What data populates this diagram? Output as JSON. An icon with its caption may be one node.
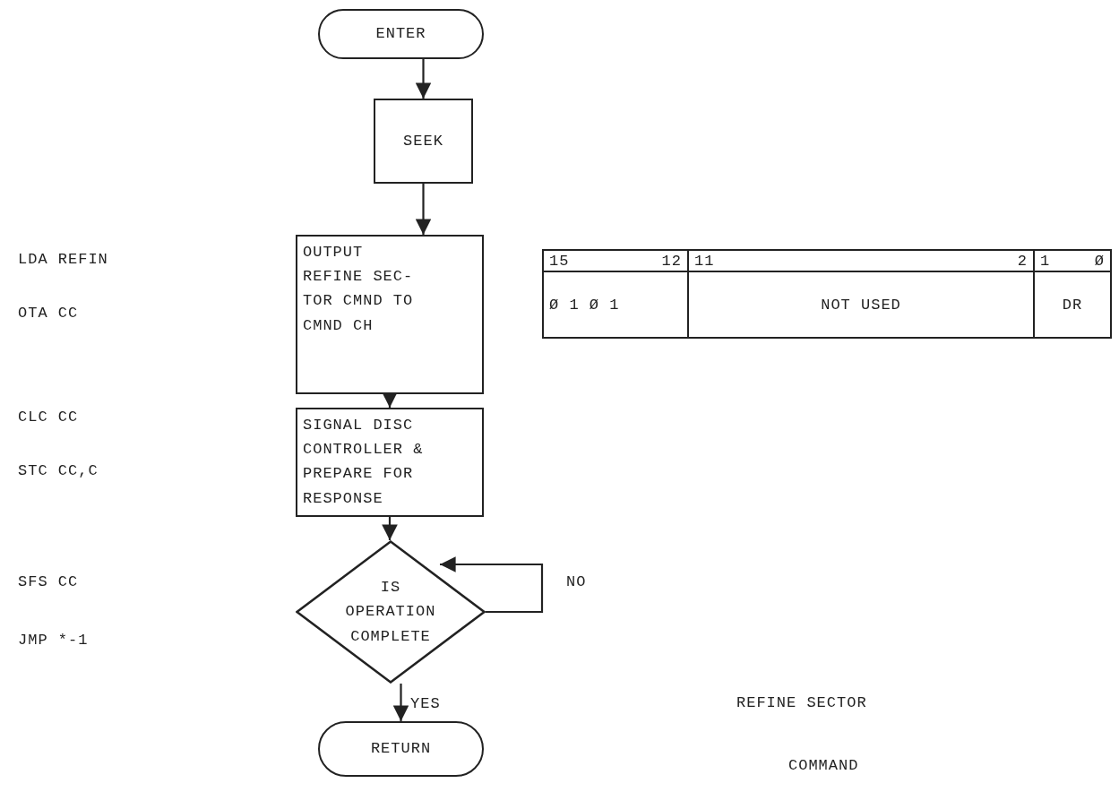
{
  "diagram": {
    "nodes": [
      {
        "text": [
          "ENTER"
        ]
      },
      {
        "text": [
          "SEEK"
        ]
      },
      {
        "text": [
          "OUTPUT REFINE SEC- TOR CMND TO CMND CH"
        ]
      },
      {
        "text": [
          "SIGNAL DISC CONTROLLER & PREPARE FOR RESPONSE"
        ]
      },
      {
        "text": [
          "IS OPERATION COMPLETE"
        ]
      },
      {
        "text": [
          "RETURN"
        ]
      }
    ],
    "edges": [
      {
        "from": 0,
        "to": 1,
        "arrow": "to"
      },
      {
        "from": 1,
        "to": 2,
        "arrow": "to"
      },
      {
        "from": 2,
        "to": 3,
        "arrow": "to"
      },
      {
        "from": 3,
        "to": 4,
        "arrow": "to"
      },
      {
        "from": 4,
        "to": 5,
        "arrow": "to",
        "label": "YES"
      },
      {
        "from": 4,
        "to": 4,
        "arrow": "to",
        "label": "NO"
      }
    ],
    "labels": [
      "LDA REFIN",
      "OTA CC",
      "CLC CC",
      "STC CC,C",
      "SFS CC",
      "JMP *-1",
      "15",
      "12",
      "11",
      "2",
      "1",
      "Ø",
      "Ø 1 Ø 1",
      "NOT USED",
      "DR",
      "REFINE SECTOR",
      "COMMAND"
    ]
  }
}
